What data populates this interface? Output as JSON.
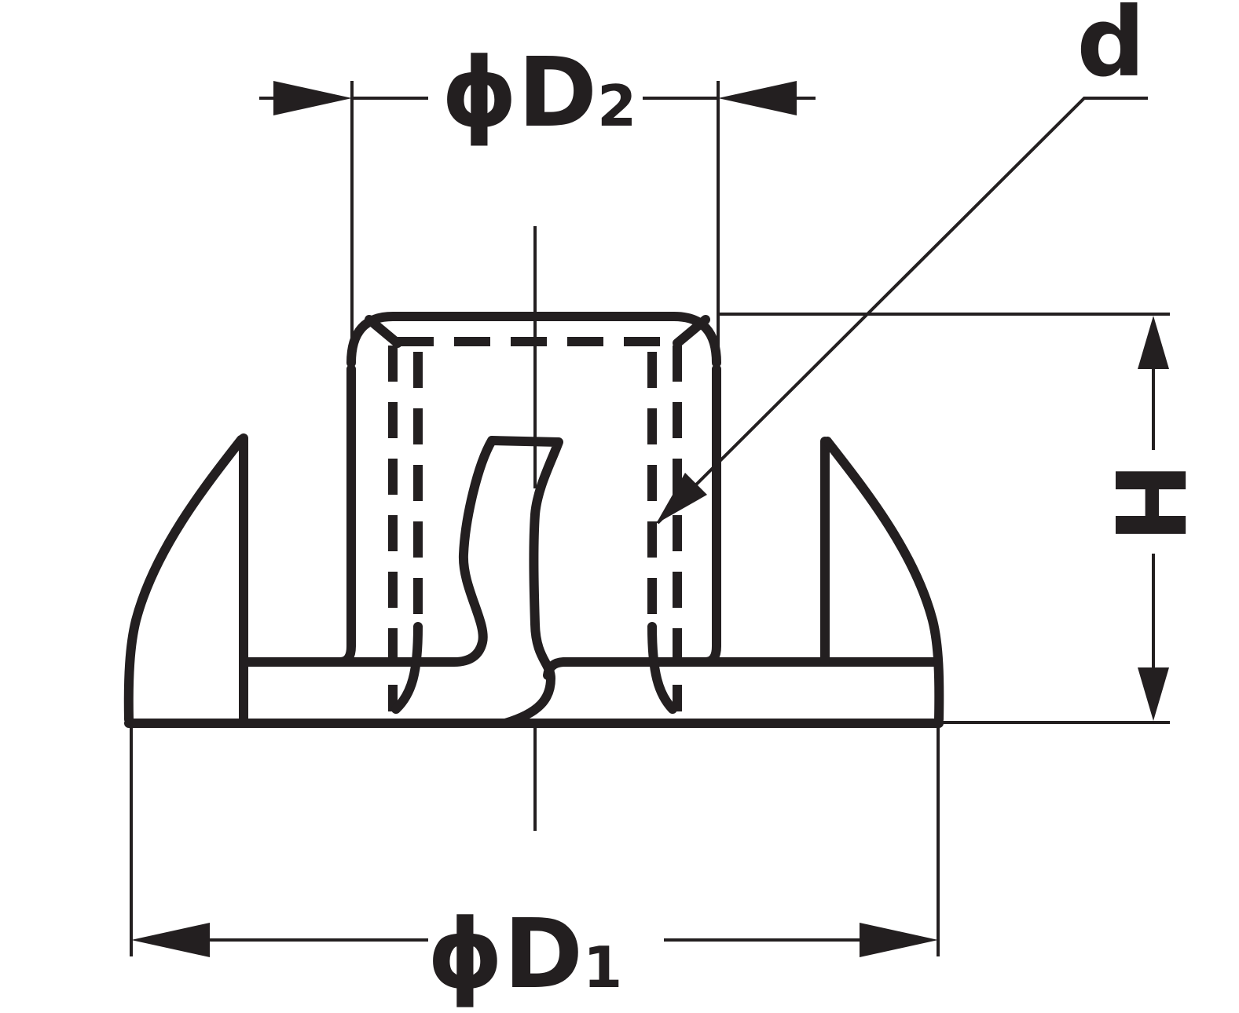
{
  "drawing": {
    "colors": {
      "ink": "#231f20",
      "background": "#ffffff"
    },
    "labels": {
      "d2": {
        "phi": "ϕ",
        "main": "D",
        "sub": "2"
      },
      "d1": {
        "phi": "ϕ",
        "main": "D",
        "sub": "1"
      },
      "thread_callout": "d",
      "height": "H"
    }
  }
}
